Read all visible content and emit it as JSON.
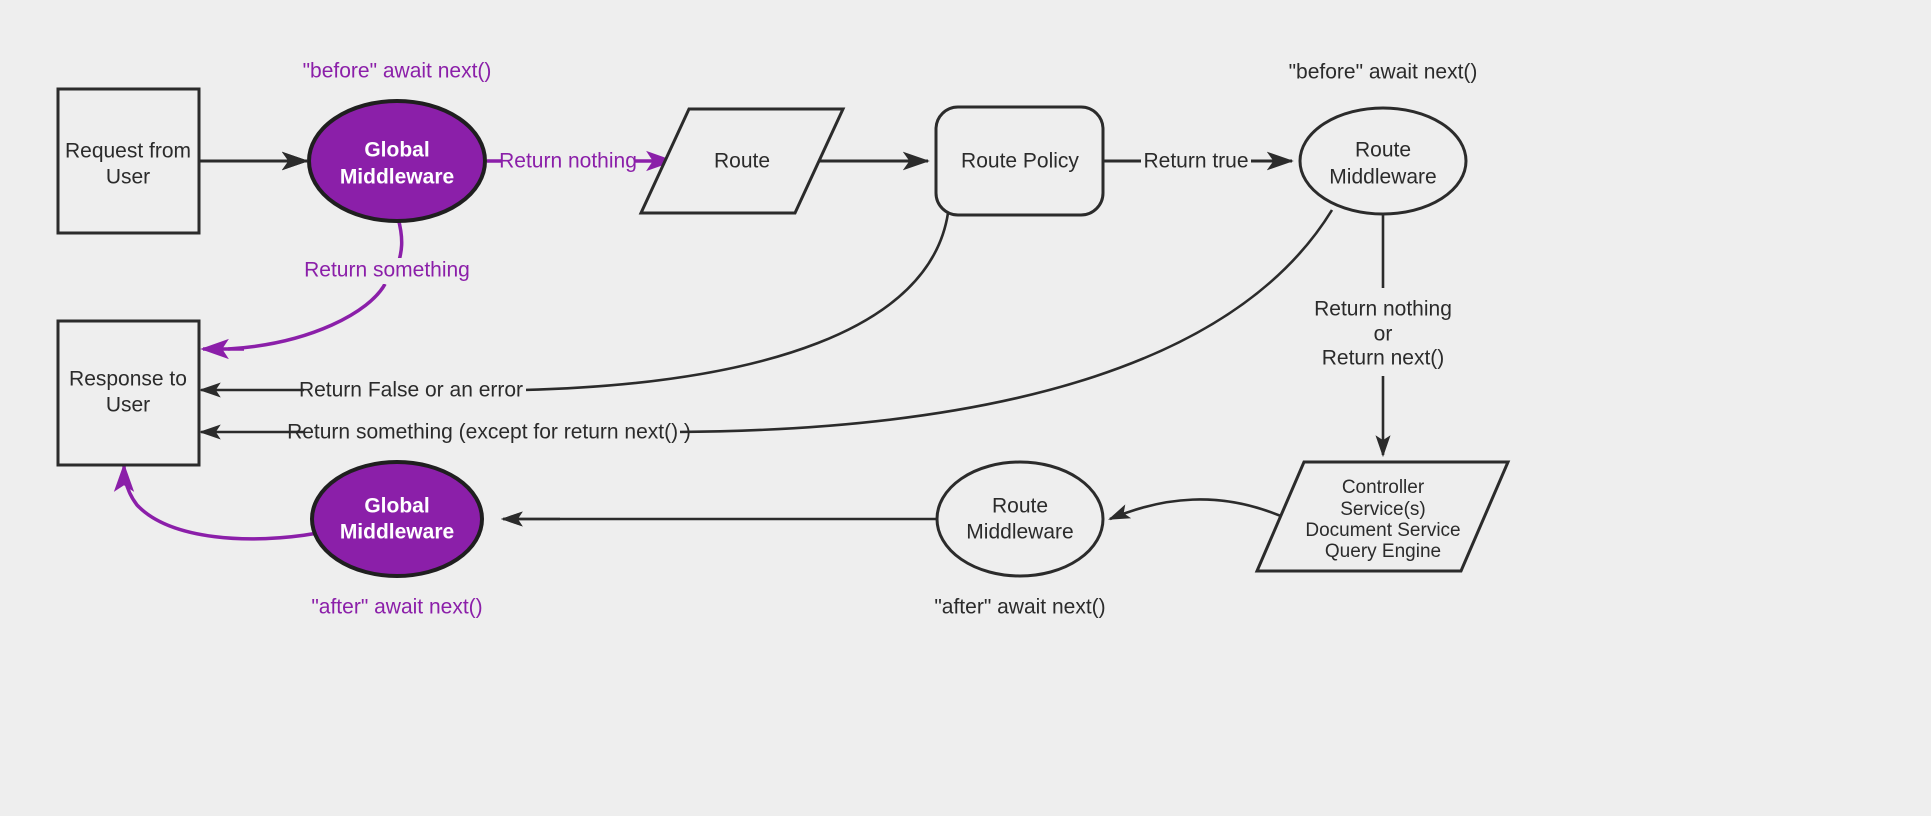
{
  "diagram": {
    "title": "Middleware request lifecycle flow",
    "background_color": "#eeeeee",
    "accent_color": "#8B1FA9",
    "line_color": "#2b2b2b",
    "nodes": [
      {
        "id": "request",
        "shape": "rectangle",
        "lines": [
          "Request from",
          "User"
        ],
        "text": "Request from User"
      },
      {
        "id": "global_mw_top",
        "shape": "ellipse",
        "fill": "#8B1FA9",
        "lines": [
          "Global",
          "Middleware"
        ],
        "text": "Global Middleware"
      },
      {
        "id": "route",
        "shape": "parallelogram",
        "lines": [
          "Route"
        ],
        "text": "Route"
      },
      {
        "id": "route_policy",
        "shape": "rounded-rectangle",
        "lines": [
          "Route Policy"
        ],
        "text": "Route Policy"
      },
      {
        "id": "route_mw_top",
        "shape": "ellipse",
        "lines": [
          "Route",
          "Middleware"
        ],
        "text": "Route Middleware"
      },
      {
        "id": "controller",
        "shape": "parallelogram",
        "lines": [
          "Controller",
          "Service(s)",
          "Document Service",
          "Query Engine"
        ],
        "text": "Controller Service(s) Document Service Query Engine"
      },
      {
        "id": "route_mw_bottom",
        "shape": "ellipse",
        "lines": [
          "Route",
          "Middleware"
        ],
        "text": "Route Middleware"
      },
      {
        "id": "global_mw_bottom",
        "shape": "ellipse",
        "fill": "#8B1FA9",
        "lines": [
          "Global",
          "Middleware"
        ],
        "text": "Global Middleware"
      },
      {
        "id": "response",
        "shape": "rectangle",
        "lines": [
          "Response to",
          "User"
        ],
        "text": "Response to User"
      }
    ],
    "annotations": [
      {
        "id": "before_global",
        "text": "\"before\" await next()",
        "color": "#8B1FA9"
      },
      {
        "id": "after_global",
        "text": "\"after\" await next()",
        "color": "#8B1FA9"
      },
      {
        "id": "before_route",
        "text": "\"before\" await next()",
        "color": "#2b2b2b"
      },
      {
        "id": "after_route",
        "text": "\"after\" await next()",
        "color": "#2b2b2b"
      }
    ],
    "edges": [
      {
        "id": "request-to-global",
        "label": "",
        "color": "#2b2b2b"
      },
      {
        "id": "global-to-route",
        "label": "Return nothing",
        "color": "#8B1FA9"
      },
      {
        "id": "global-to-response",
        "label": "Return something",
        "color": "#8B1FA9"
      },
      {
        "id": "route-to-policy",
        "label": "",
        "color": "#2b2b2b"
      },
      {
        "id": "policy-to-routemw",
        "label": "Return true",
        "color": "#2b2b2b"
      },
      {
        "id": "policy-to-response",
        "label": "Return False or an error",
        "color": "#2b2b2b"
      },
      {
        "id": "routemw-to-response",
        "label": "Return something (except for return next() )",
        "color": "#2b2b2b"
      },
      {
        "id": "routemw-to-controller",
        "label_lines": [
          "Return nothing",
          "or",
          "Return next()"
        ],
        "label": "Return nothing or Return next()",
        "color": "#2b2b2b"
      },
      {
        "id": "controller-to-routemw-bottom",
        "label": "",
        "color": "#2b2b2b"
      },
      {
        "id": "routemw-bottom-to-global-bottom",
        "label": "",
        "color": "#2b2b2b"
      },
      {
        "id": "global-bottom-to-response",
        "label": "",
        "color": "#8B1FA9"
      }
    ],
    "edge_labels": {
      "return_nothing": "Return nothing",
      "return_something": "Return something",
      "return_true": "Return true",
      "return_false_or_error": "Return False or an error",
      "return_something_except": "Return something (except for return next() )",
      "return_nothing_2": "Return nothing",
      "or": "or",
      "return_next": "Return next()"
    },
    "node_text": {
      "request_l1": "Request from",
      "request_l2": "User",
      "global_top_l1": "Global",
      "global_top_l2": "Middleware",
      "route": "Route",
      "route_policy": "Route Policy",
      "route_mw_top_l1": "Route",
      "route_mw_top_l2": "Middleware",
      "controller_l1": "Controller",
      "controller_l2": "Service(s)",
      "controller_l3": "Document Service",
      "controller_l4": "Query Engine",
      "route_mw_bottom_l1": "Route",
      "route_mw_bottom_l2": "Middleware",
      "global_bottom_l1": "Global",
      "global_bottom_l2": "Middleware",
      "response_l1": "Response to",
      "response_l2": "User"
    },
    "annotation_text": {
      "before_global": "\"before\" await next()",
      "before_route": "\"before\" await next()",
      "after_global": "\"after\" await next()",
      "after_route": "\"after\" await next()"
    }
  }
}
